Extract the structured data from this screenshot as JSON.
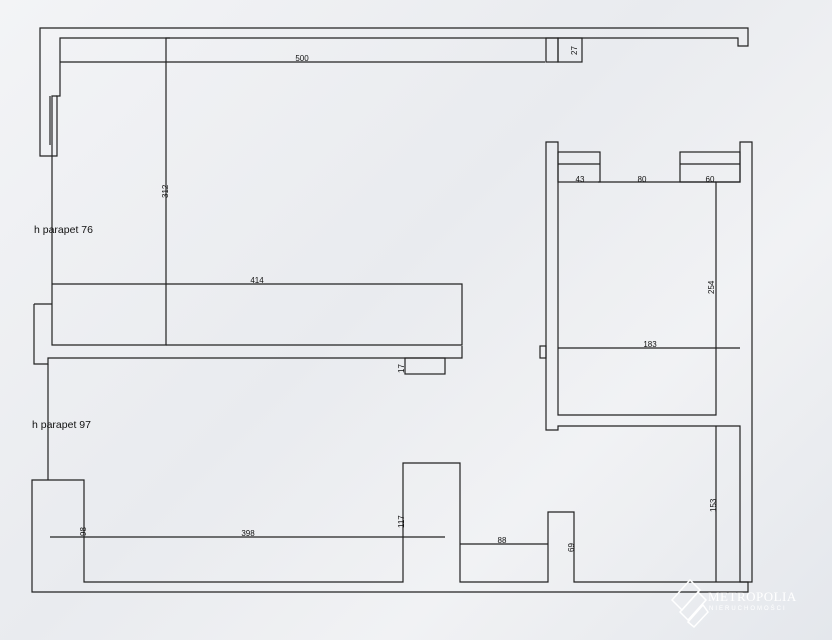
{
  "colors": {
    "line": "#222222",
    "paper": "#eef0f3",
    "logo": "#ffffff"
  },
  "labels": {
    "parapet_upper": "h parapet 76",
    "parapet_lower": "h parapet 97"
  },
  "dimensions": {
    "top_width": "500",
    "top_small": "27",
    "left_upper_height": "312",
    "middle_width": "414",
    "middle_small": "17",
    "right_top_a": "43",
    "right_top_b": "80",
    "right_top_c": "60",
    "right_height": "254",
    "right_mid_width": "183",
    "right_lower_height": "153",
    "bottom_left_height": "98",
    "bottom_width": "398",
    "bottom_mid_height": "117",
    "bottom_gap": "88",
    "bottom_right_height": "69"
  },
  "logo": {
    "name": "METROPOLIA",
    "subtitle": "NIERUCHOMOŚCI",
    "icon": "metropolia-logo-icon"
  }
}
